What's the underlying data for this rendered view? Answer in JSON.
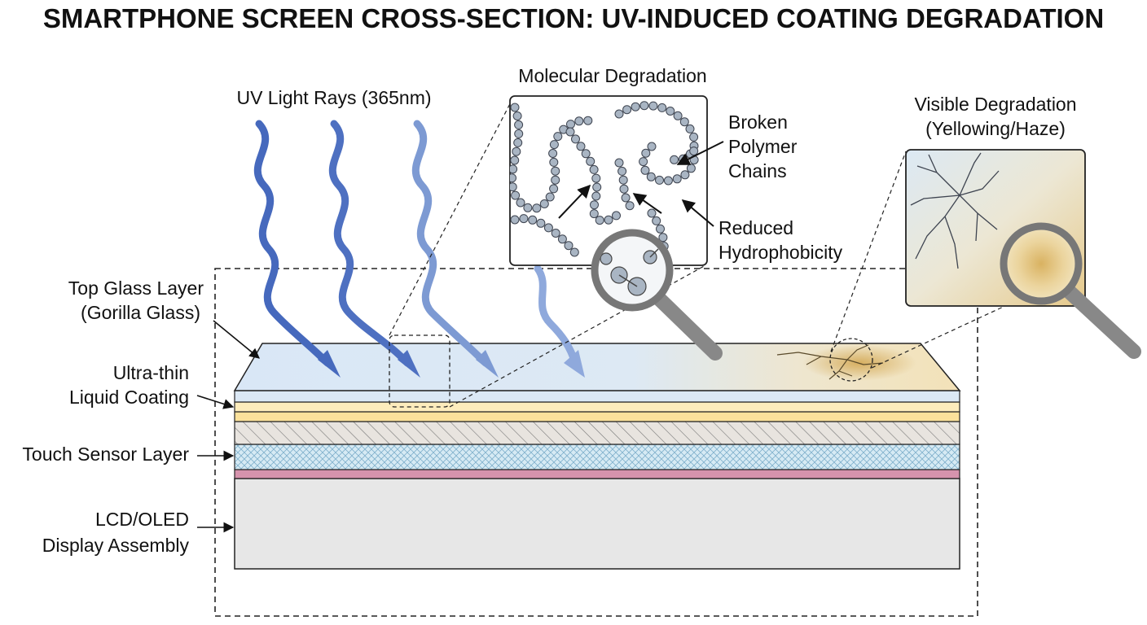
{
  "title": "SMARTPHONE SCREEN CROSS-SECTION: UV-INDUCED COATING DEGRADATION",
  "uv": {
    "label": "UV Light Rays (365nm)",
    "color": "#3d63b8"
  },
  "molecular": {
    "label": "Molecular Degradation",
    "broken": [
      "Broken",
      "Polymer",
      "Chains"
    ],
    "reduced": [
      "Reduced",
      "Hydrophobicity"
    ]
  },
  "visible": {
    "label": [
      "Visible Degradation",
      "(Yellowing/Haze)"
    ]
  },
  "layers": {
    "glass": [
      "Top Glass Layer",
      "(Gorilla Glass)"
    ],
    "coating": [
      "Ultra-thin",
      "Liquid Coating"
    ],
    "touch": "Touch Sensor Layer",
    "display": [
      "LCD/OLED",
      "Display Assembly"
    ]
  },
  "colors": {
    "glass": "#dbe8f5",
    "coating": "#fbe6a6",
    "hatch": "#e4e0dc",
    "touch": "#d8ecf5",
    "pink": "#d693ad",
    "display": "#e7e7e7",
    "stain": "#d9b46a"
  }
}
